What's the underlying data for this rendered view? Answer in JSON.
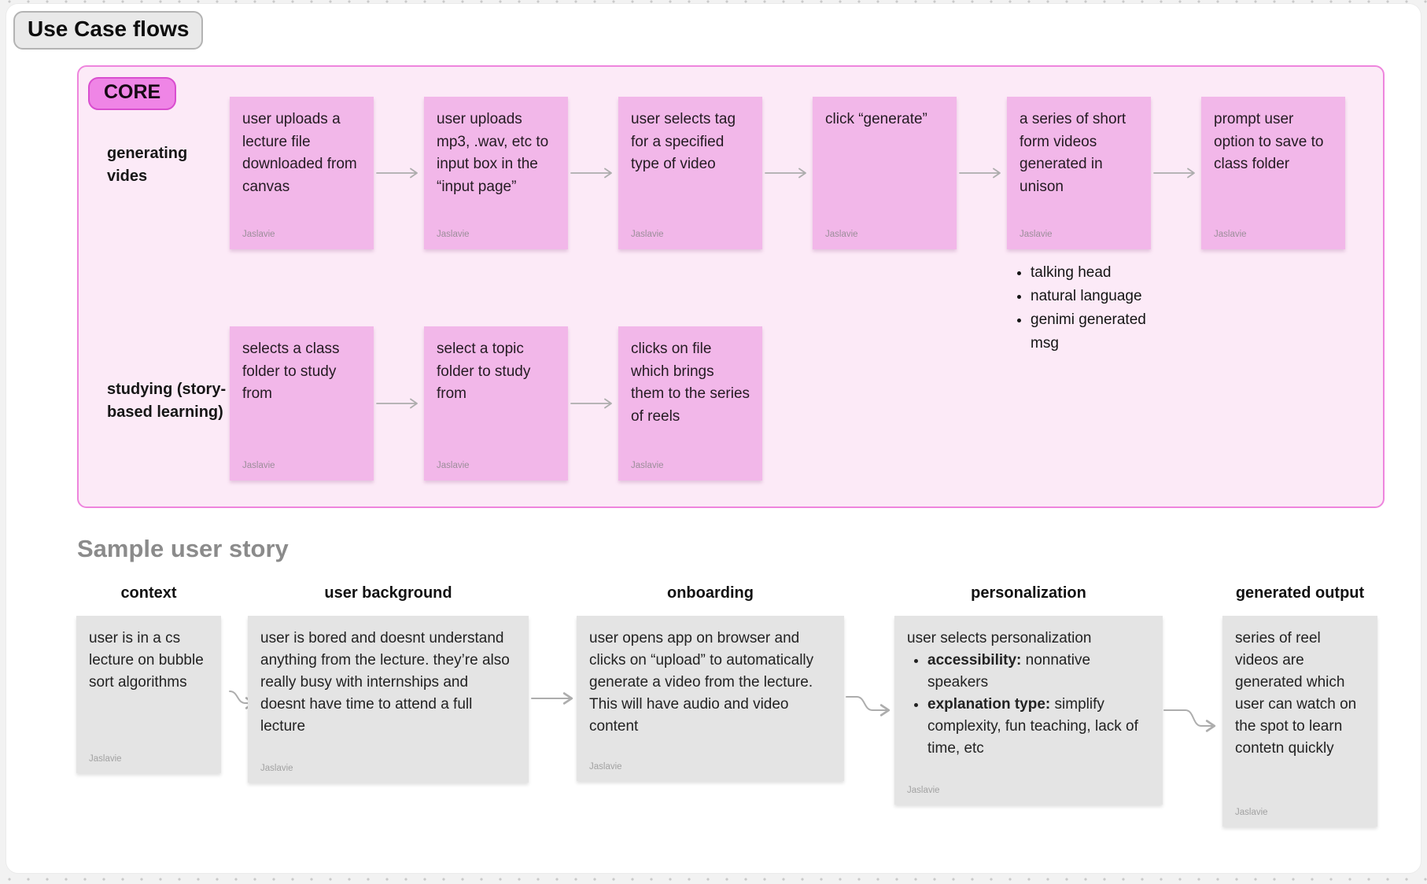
{
  "board": {
    "title": "Use Case flows"
  },
  "core_section": {
    "badge": "CORE",
    "rows": [
      {
        "label": "generating vides",
        "notes": [
          {
            "text": "user uploads a lecture file downloaded from canvas",
            "author": "Jaslavie"
          },
          {
            "text": "user uploads mp3, .wav, etc to input box in the “input page”",
            "author": "Jaslavie"
          },
          {
            "text": "user selects tag for a specified type of video",
            "author": "Jaslavie"
          },
          {
            "text": "click “generate”",
            "author": "Jaslavie"
          },
          {
            "text": "a series of short form videos generated in unison",
            "author": "Jaslavie"
          },
          {
            "text": "prompt user option to save to class folder",
            "author": "Jaslavie"
          }
        ]
      },
      {
        "label": "studying (story-based learning)",
        "notes": [
          {
            "text": "selects a class folder to study from",
            "author": "Jaslavie"
          },
          {
            "text": "select a topic folder to study from",
            "author": "Jaslavie"
          },
          {
            "text": "clicks on file which brings them to the series of reels",
            "author": "Jaslavie"
          }
        ]
      }
    ],
    "video_type_bullets": [
      "talking head",
      "natural language",
      "genimi generated msg"
    ]
  },
  "user_story": {
    "heading": "Sample user story",
    "columns": [
      {
        "header": "context",
        "note": {
          "text": "user is in a cs lecture on bubble sort algorithms",
          "author": "Jaslavie"
        }
      },
      {
        "header": "user background",
        "note": {
          "text": "user is bored and doesnt understand anything from the lecture. they’re also really busy with internships and doesnt have time to attend a full lecture",
          "author": "Jaslavie"
        }
      },
      {
        "header": "onboarding",
        "note": {
          "text": "user opens app on browser and clicks on “upload” to automatically generate a video from the lecture. This will have audio and video content",
          "author": "Jaslavie"
        }
      },
      {
        "header": "personalization",
        "note": {
          "intro": "user selects personalization",
          "bullets": [
            {
              "label": "accessibility:",
              "text": " nonnative speakers"
            },
            {
              "label": "explanation type:",
              "text": " simplify complexity, fun teaching, lack of time, etc"
            }
          ],
          "author": "Jaslavie"
        }
      },
      {
        "header": "generated output",
        "note": {
          "text": "series of reel videos are generated which user can watch on the spot to learn contetn quickly",
          "author": "Jaslavie"
        }
      }
    ]
  },
  "colors": {
    "core_background": "#fceaf7",
    "core_border": "#ee85dd",
    "core_badge": "#ef85e6",
    "sticky_pink": "#f2b7e9",
    "sticky_gray": "#e4e4e4",
    "arrow_gray": "#adadad",
    "heading_gray": "#8b8b8b"
  }
}
